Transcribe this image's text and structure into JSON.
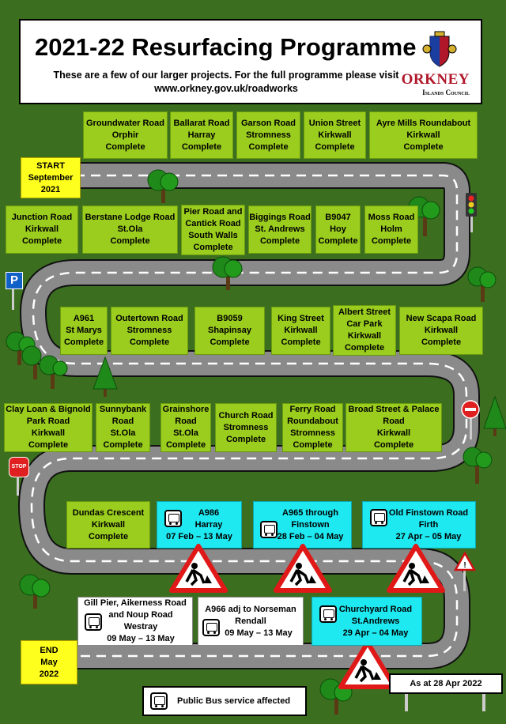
{
  "header": {
    "title": "2021-22 Resurfacing Programme",
    "subtitle_line1": "These are a few of our larger projects. For the full programme please visit",
    "subtitle_line2": "www.orkney.gov.uk/roadworks",
    "logo_name": "ORKNEY",
    "logo_sub": "Islands Council"
  },
  "start": {
    "l1": "START",
    "l2": "September",
    "l3": "2021"
  },
  "end": {
    "l1": "END",
    "l2": "May",
    "l3": "2022"
  },
  "row1": [
    {
      "l1": "Groundwater Road",
      "l2": "Orphir",
      "l3": "Complete"
    },
    {
      "l1": "Ballarat Road",
      "l2": "Harray",
      "l3": "Complete"
    },
    {
      "l1": "Garson Road",
      "l2": "Stromness",
      "l3": "Complete"
    },
    {
      "l1": "Union Street",
      "l2": "Kirkwall",
      "l3": "Complete"
    },
    {
      "l1": "Ayre Mills Roundabout",
      "l2": "Kirkwall",
      "l3": "Complete"
    }
  ],
  "row2": [
    {
      "l1": "Junction Road",
      "l2": "Kirkwall",
      "l3": "Complete"
    },
    {
      "l1": "Berstane Lodge Road",
      "l2": "St.Ola",
      "l3": "Complete"
    },
    {
      "l1": "Pier Road and",
      "l2": "Cantick Road",
      "l3": "South Walls",
      "l4": "Complete"
    },
    {
      "l1": "Biggings Road",
      "l2": "St. Andrews",
      "l3": "Complete"
    },
    {
      "l1": "B9047",
      "l2": "Hoy",
      "l3": "Complete"
    },
    {
      "l1": "Moss Road",
      "l2": "Holm",
      "l3": "Complete"
    }
  ],
  "row3": [
    {
      "l1": "A961",
      "l2": "St Marys",
      "l3": "Complete"
    },
    {
      "l1": "Outertown Road",
      "l2": "Stromness",
      "l3": "Complete"
    },
    {
      "l1": "B9059",
      "l2": "Shapinsay",
      "l3": "Complete"
    },
    {
      "l1": "King Street",
      "l2": "Kirkwall",
      "l3": "Complete"
    },
    {
      "l1": "Albert Street",
      "l2": "Car Park",
      "l3": "Kirkwall",
      "l4": "Complete"
    },
    {
      "l1": "New Scapa Road",
      "l2": "Kirkwall",
      "l3": "Complete"
    }
  ],
  "row4": [
    {
      "l1": "Clay Loan & Bignold",
      "l2": "Park Road",
      "l3": "Kirkwall",
      "l4": "Complete"
    },
    {
      "l1": "Sunnybank",
      "l2": "Road",
      "l3": "St.Ola",
      "l4": "Complete"
    },
    {
      "l1": "Grainshore",
      "l2": "Road",
      "l3": "St.Ola",
      "l4": "Complete"
    },
    {
      "l1": "Church Road",
      "l2": "Stromness",
      "l3": "Complete"
    },
    {
      "l1": "Ferry Road",
      "l2": "Roundabout",
      "l3": "Stromness",
      "l4": "Complete"
    },
    {
      "l1": "Broad Street & Palace",
      "l2": "Road",
      "l3": "Kirkwall",
      "l4": "Complete"
    }
  ],
  "row5": [
    {
      "l1": "Dundas Crescent",
      "l2": "Kirkwall",
      "l3": "Complete"
    },
    {
      "l1": "A986",
      "l2": "Harray",
      "l3": "07 Feb – 13 May"
    },
    {
      "l1": "A965 through",
      "l2": "Finstown",
      "l3": "28 Feb – 04 May"
    },
    {
      "l1": "Old Finstown Road",
      "l2": "Firth",
      "l3": "27 Apr – 05 May"
    }
  ],
  "row6": [
    {
      "l1": "Gill Pier, Aikerness Road",
      "l2": "and Noup Road",
      "l3": "Westray",
      "l4": "09 May – 13 May"
    },
    {
      "l1": "A966 adj to Norseman",
      "l2": "Rendall",
      "l3": "09 May – 13 May"
    },
    {
      "l1": "Churchyard Road",
      "l2": "St.Andrews",
      "l3": "29 Apr – 04 May"
    }
  ],
  "legend": {
    "label": "Public Bus service affected"
  },
  "as_at": "As at 28 Apr 2022",
  "signs": {
    "parking": "P",
    "stop": "STOP"
  },
  "colors": {
    "complete": "#9acd1e",
    "in_progress": "#1ee8f0",
    "planned": "#ffffff",
    "milestone": "#ffff1e",
    "background": "#3b6f1f"
  }
}
